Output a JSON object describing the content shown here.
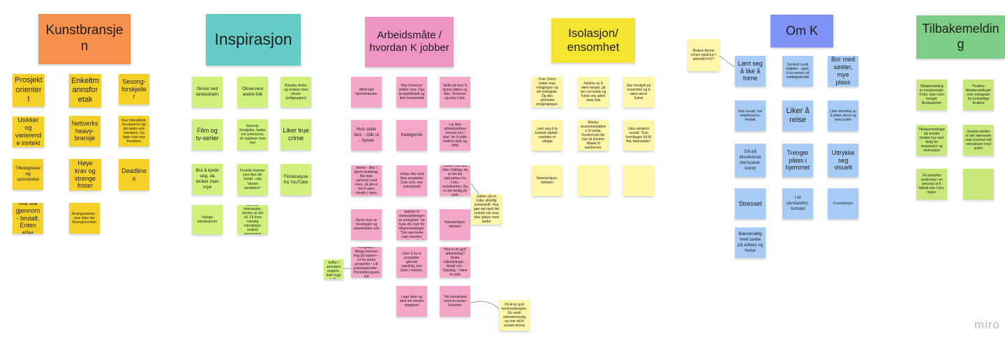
{
  "headers": [
    {
      "text": "Kunstbransjen",
      "color": "#f7904a"
    },
    {
      "text": "Inspirasjon",
      "color": "#65cbc6"
    },
    {
      "text": "Arbeidsmåte / hvordan K jobber",
      "color": "#ef95c4"
    },
    {
      "text": "Isolasjon/ ensomhet",
      "color": "#f5e430"
    },
    {
      "text": "Om K",
      "color": "#7f93f6"
    },
    {
      "text": "Tilbakemelding",
      "color": "#7ecd84"
    }
  ],
  "kunst": [
    "Prosjekt orienter t",
    "Enkeltm annsfor etak",
    "Sesong-forskjeller",
    "Usikker og varierende inntekt",
    "Nettverks heavy-bransje",
    "Mye tilrengfeldt. Kunstnerne har det bedre enn musikere. Da lager man enn fremfører",
    "Tilfeldigheter og spontanitet",
    "Høye krav og strenge frister",
    "Deadlines",
    "Må slå gjennom - brutalt. Enten eller",
    "Arrangementer - mye skjer der Bransjeevenker"
  ],
  "insp": [
    "Skrive ned tankestrøm",
    "Observere andre folk",
    "Besøke skoler og snakke med elever (målgruppen)",
    "Film og tv-serier",
    "Sesong-forskjeller, bades om sommeren, da opplever man mer",
    "Liker true crime",
    "Bra å kjede seg, da tenker man mye",
    "Fortelle historier som ikke blir fortalt - mtp \"skeive karakterer\"",
    "Filmanalyse fra YouTube",
    "Vanlige interaksjoner",
    "Spontan interaksjon, mindre av det nå. Få frem naturlig interaksjon mellom mennesker"
  ],
  "arb": [
    "Alltid hatt hjemmekontor",
    "Høy frekvens/ jobber mye. Fga prosjektbetalt og ikke timesbetalt",
    "Skille på hvor K fysisk jobber og ikke. Soverom og stue f.eks.",
    "Hvis sitter fast: - Går ut - Spiser",
    "Kategorisk",
    "Lar ikke arbeidsjobben komme inn i livet, for å skille mellom jobb og fritid",
    "Jobber best denne - ikke i åpent landskap. Bor ikke sammen med noen, så det er lett å være kreativ i egen bolig",
    "Jobbe ofte med flere prosjekter (noe solo, noe samarbeid)",
    "Jobber ofte bra etter middag, da er det lite avbrytelser fra f.eks. mobiltelefon. Da er det ferdig på jobb",
    "Styrer mye av hverdagen og arbeidstiden selv",
    "Blandede følelser til markedsføringen av prosjektet. Tar hyse tid, men for tilbakemeldinger. \"Det nærmeste man kommer anerkjennelse\"",
    "Hamsterhjuls-følelsen",
    "Prosjekter i tillegg kommer ting på toppen: - Lit fra andre prosjekter - Litt presseperioder - Promoteringsarbeid",
    "Liker å ha to prosjekter gående samtidig, kan bytte i mellom.",
    "Hva er en god arbeidsdag? Setter målsetninger: - Antall ord - Oppslag - Være en side",
    "Lage lister og dele inn mindre oppgaver",
    "Tett samarbeid med en annen kunstner"
  ],
  "arbside": [
    "Liker koffer i arbeidsmengden, ikke trygt i ett.",
    "Jobber på en måte ufrivillig kveldsskift. Hva gjør det med det sosiale når man ikke jobber med andre",
    "Få til en god kommunikasjon. Gir verdi arbeidsmessig og mer tid til sosiale behov"
  ],
  "iso": [
    "Over Zoom møter man mingjingen og det kollegiale. Og den uformelle småpratingen.",
    "Følelse av å være fanget, gå inn i en boble og holde seg aktivt unna folk",
    "Stor forskjell på ensomhet og å være alene fysisk",
    "Lært seg å ta kontakt digitalt - samtaler er viktigst",
    "Mindre ensomhetsfølelse til vanlig. Kontroll på når hun vil komme tilbake til samfunnet.",
    "Uten eksternt sosialt: \"Kan hverdagen bli litt flat, følelsesløs\"",
    "Hamsterhjuls-følelsen"
  ],
  "omk": [
    "Lært seg å like å trene",
    "Sentrert rundt måltider - glad i å ha venner på middagsbesøk",
    "Bor med søster, mye plass",
    "Ikke ansatt, har enkeltmanns-foretak",
    "Liker å reise",
    "Liker blanding av å jobbe alene og med andre",
    "Gå på kino/konse rter/scene-kunst",
    "Trenger plass i hjemmet",
    "Uttrykke seg visuelt",
    "Stresset",
    "I et (avstands)-forhold",
    "Fornuftsstyrt",
    "Bærekraftig med tanke på arbeid og helse"
  ],
  "omkside": "Brukes denne evnen også inn i arbeidet til K?",
  "tilb": [
    "Tilbakemelding er motiverende: F.eks. barn som trenger illustrasjoner",
    "Positive tilbakemeldinger over Instagram fra forskjellige brukere",
    "Tilbakemeldinger på sosiale medier har vært viktig for inspirasjon og motivasjon",
    "Sosiale medier er det nærmeste man kommer lett interaksjon med andre",
    "Få bekreftet underveis i en prosess at K faktisk kan f.eks. tegne"
  ],
  "watermark": "miro"
}
